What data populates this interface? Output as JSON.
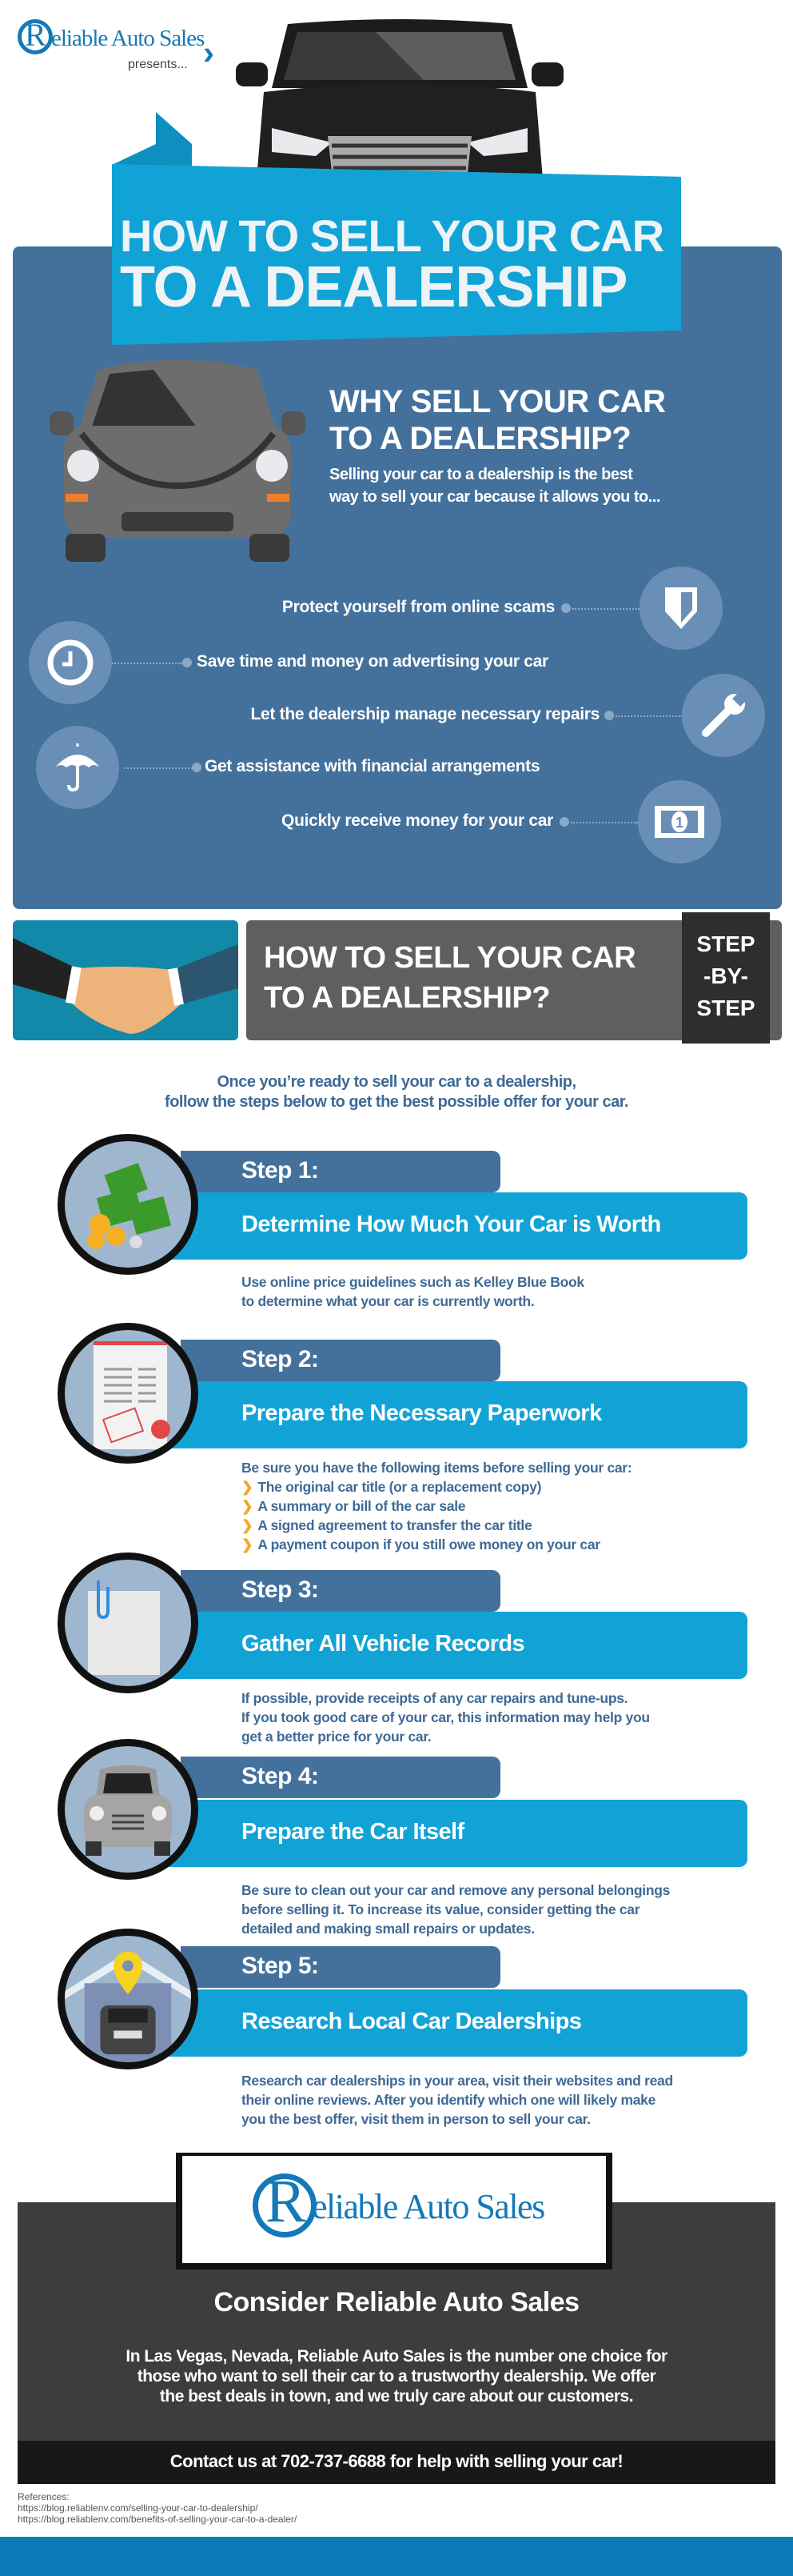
{
  "header": {
    "logo_letter": "R",
    "logo_text": "eliable Auto Sales",
    "presents": "presents...",
    "title_line1": "HOW TO SELL YOUR CAR",
    "title_line2": "TO A DEALERSHIP"
  },
  "why": {
    "heading_line1": "WHY SELL YOUR CAR",
    "heading_line2": "TO A DEALERSHIP?",
    "intro_line1": "Selling your car to a dealership is the best",
    "intro_line2": "way to sell your car because it allows you to...",
    "benefits": [
      {
        "text": "Protect yourself from online scams",
        "icon": "shield-icon"
      },
      {
        "text": "Save time and money on advertising your car",
        "icon": "clock-icon"
      },
      {
        "text": "Let the dealership manage necessary repairs",
        "icon": "wrench-icon"
      },
      {
        "text": "Get assistance with financial arrangements",
        "icon": "umbrella-icon"
      },
      {
        "text": "Quickly receive money for your car",
        "icon": "money-bill-icon"
      }
    ]
  },
  "howto": {
    "heading_line1": "HOW TO SELL YOUR CAR",
    "heading_line2": "TO A DEALERSHIP?",
    "badge_line1": "STEP",
    "badge_line2": "-BY-",
    "badge_line3": "STEP",
    "intro_line1": "Once you’re ready to sell your car to a dealership,",
    "intro_line2": "follow the steps below to get the best possible offer for your car."
  },
  "steps": [
    {
      "label": "Step 1:",
      "title": "Determine How Much Your Car is Worth",
      "icon": "money-stack-icon",
      "desc": [
        "Use online price guidelines such as Kelley Blue Book",
        "to determine what your car is currently worth."
      ]
    },
    {
      "label": "Step 2:",
      "title": "Prepare the Necessary Paperwork",
      "icon": "approved-document-icon",
      "desc": [
        "Be sure you have the following items before selling your car:"
      ],
      "bullets": [
        "The original car title (or a replacement copy)",
        "A summary or bill of the car sale",
        "A signed agreement to transfer the car title",
        "A payment coupon if you still owe money on your car"
      ]
    },
    {
      "label": "Step 3:",
      "title": "Gather All Vehicle Records",
      "icon": "paperclip-document-icon",
      "desc": [
        "If possible, provide receipts of any car repairs and tune-ups.",
        "If you took good care of your car, this information may help you",
        "get a better price for your car."
      ]
    },
    {
      "label": "Step 4:",
      "title": "Prepare the Car Itself",
      "icon": "car-icon",
      "desc": [
        "Be sure to clean out your car and remove any personal belongings",
        "before selling it. To increase its value, consider getting the car",
        "detailed and making small repairs or updates."
      ]
    },
    {
      "label": "Step 5:",
      "title": "Research Local Car Dealerships",
      "icon": "dealership-location-icon",
      "desc": [
        "Research car dealerships in your area, visit their websites and read",
        "their online reviews. After you identify which one will likely make",
        "you the best offer, visit them in person to sell your car."
      ]
    }
  ],
  "footer": {
    "logo_letter": "R",
    "logo_text": "eliable Auto Sales",
    "heading": "Consider Reliable Auto Sales",
    "para_line1": "In Las Vegas, Nevada, Reliable Auto Sales is the number one choice for",
    "para_line2": "those who want to sell their car to a trustworthy dealership. We offer",
    "para_line3": "the best deals in town, and we truly care about our customers.",
    "contact": "Contact us at 702-737-6688 for help with selling your car!"
  },
  "references": {
    "label": "References:",
    "links": [
      "https://blog.reliablenv.com/selling-your-car-to-dealership/",
      "https://blog.reliablenv.com/benefits-of-selling-your-car-to-a-dealer/"
    ]
  },
  "colors": {
    "panel": "#44719c",
    "accent": "#12a3d6",
    "dark": "#3d3d3d",
    "bullet": "#f5a623"
  }
}
